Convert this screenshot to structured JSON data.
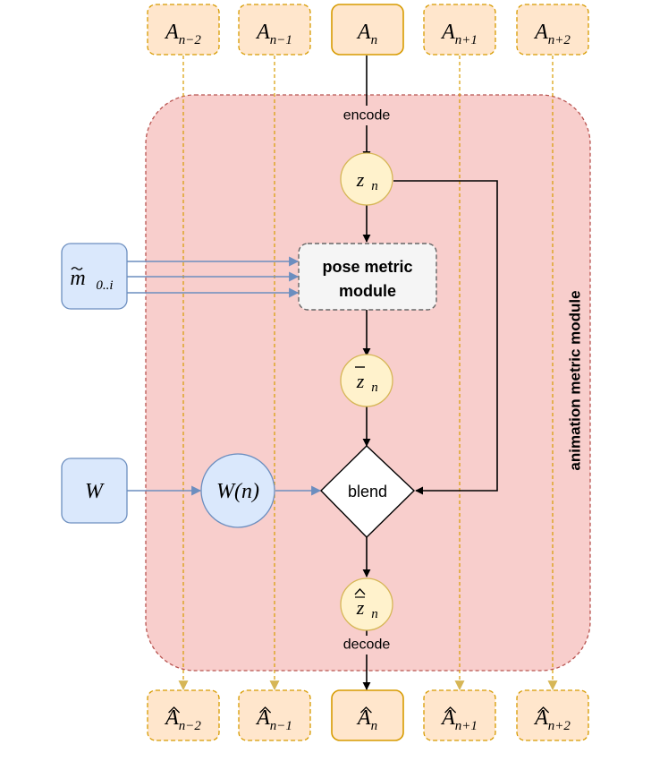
{
  "container": {
    "label": "animation metric module"
  },
  "inputs": [
    {
      "base": "A",
      "hat": false,
      "sub": "n−2",
      "style": "dashed"
    },
    {
      "base": "A",
      "hat": false,
      "sub": "n−1",
      "style": "dashed"
    },
    {
      "base": "A",
      "hat": false,
      "sub": "n",
      "style": "solid"
    },
    {
      "base": "A",
      "hat": false,
      "sub": "n+1",
      "style": "dashed"
    },
    {
      "base": "A",
      "hat": false,
      "sub": "n+2",
      "style": "dashed"
    }
  ],
  "outputs": [
    {
      "base": "A",
      "hat": true,
      "sub": "n−2",
      "style": "dashed"
    },
    {
      "base": "A",
      "hat": true,
      "sub": "n−1",
      "style": "dashed"
    },
    {
      "base": "A",
      "hat": true,
      "sub": "n",
      "style": "solid"
    },
    {
      "base": "A",
      "hat": true,
      "sub": "n+1",
      "style": "dashed"
    },
    {
      "base": "A",
      "hat": true,
      "sub": "n+2",
      "style": "dashed"
    }
  ],
  "edges": {
    "encode": "encode",
    "decode": "decode"
  },
  "nodes": {
    "z": {
      "base": "z",
      "sub": "n"
    },
    "z_bar": {
      "base": "z",
      "sub": "n"
    },
    "z_hat": {
      "base": "z",
      "sub": "n"
    },
    "pose_module": {
      "line1": "pose metric",
      "line2": "module"
    },
    "blend": {
      "label": "blend"
    },
    "m_tilde": {
      "base": "m",
      "sub": "0..i"
    },
    "w_input": {
      "label": "W"
    },
    "w_func": {
      "label": "W(n)"
    }
  },
  "colors": {
    "container_fill": "#f8cecc",
    "container_stroke": "#b85450",
    "a_box_fill": "#ffe6cc",
    "a_box_stroke": "#d79b00",
    "latent_fill": "#fff2cc",
    "latent_stroke": "#d6b656",
    "blue_fill": "#dae8fc",
    "blue_stroke": "#6c8ebf",
    "pose_fill": "#f5f5f5",
    "pose_stroke": "#666666"
  }
}
